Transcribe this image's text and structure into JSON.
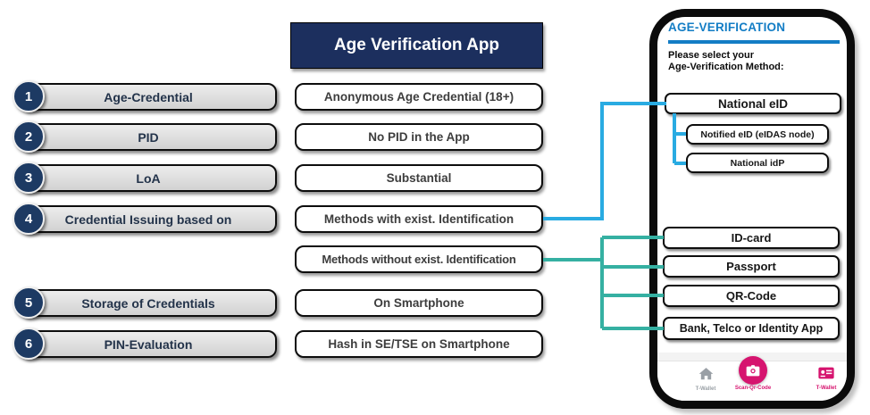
{
  "header": {
    "title": "Age Verification App"
  },
  "left_rows": [
    {
      "num": "1",
      "label": "Age-Credential"
    },
    {
      "num": "2",
      "label": "PID"
    },
    {
      "num": "3",
      "label": "LoA"
    },
    {
      "num": "4",
      "label": "Credential Issuing based on"
    },
    {
      "num": "5",
      "label": "Storage of Credentials"
    },
    {
      "num": "6",
      "label": "PIN-Evaluation"
    }
  ],
  "middle_boxes": [
    "Anonymous Age Credential (18+)",
    "No PID in the App",
    "Substantial",
    "Methods with exist. Identification",
    "Methods without exist. Identification",
    "On Smartphone",
    "Hash in SE/TSE on Smartphone"
  ],
  "phone": {
    "title": "AGE-VERIFICATION",
    "subtitle_line1": "Please select your",
    "subtitle_line2": "Age-Verification Method:",
    "primary_option": "National eID",
    "sub_options": [
      "Notified eID (eIDAS node)",
      "National idP"
    ],
    "options": [
      "ID-card",
      "Passport",
      "QR-Code",
      "Bank, Telco or Identity App"
    ],
    "nav": [
      {
        "icon": "home-icon",
        "label": "T-Wallet"
      },
      {
        "icon": "camera-icon",
        "label": "Scan-Qr-Code"
      },
      {
        "icon": "id-card-icon",
        "label": "T-Wallet"
      }
    ]
  },
  "colors": {
    "navy": "#1C2F5E",
    "circle_navy": "#1D3A63",
    "connector_blue": "#29ABE2",
    "connector_teal": "#35B0A2",
    "phone_blue": "#137DC5",
    "magenta": "#D6146F"
  }
}
